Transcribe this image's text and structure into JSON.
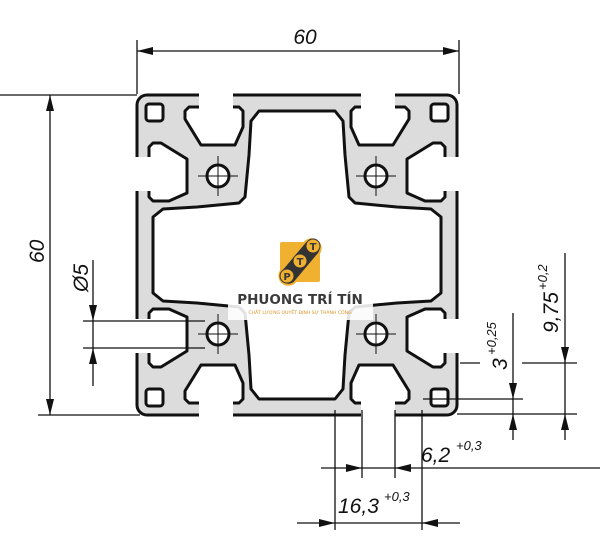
{
  "drawing": {
    "profile_color": "#dcdcdc",
    "outline_color": "#111111"
  },
  "dimensions": {
    "width": "60",
    "height": "60",
    "hole_diameter": "Ø5",
    "slot_depth": {
      "value": "3",
      "tolerance": "+0,25"
    },
    "slot_wall": {
      "value": "9,75",
      "tolerance": "+0,2"
    },
    "slot_opening": {
      "value": "6,2",
      "tolerance": "+0,3"
    },
    "slot_width": {
      "value": "16,3",
      "tolerance": "+0,3"
    }
  },
  "logo": {
    "letters": [
      "P",
      "T",
      "T"
    ],
    "company": "PHUONG TRÍ TÍN",
    "tagline": "CHẤT LƯỢNG QUYẾT ĐỊNH SỰ THÀNH CÔNG",
    "accent": "#f0b030",
    "dark": "#333333"
  }
}
